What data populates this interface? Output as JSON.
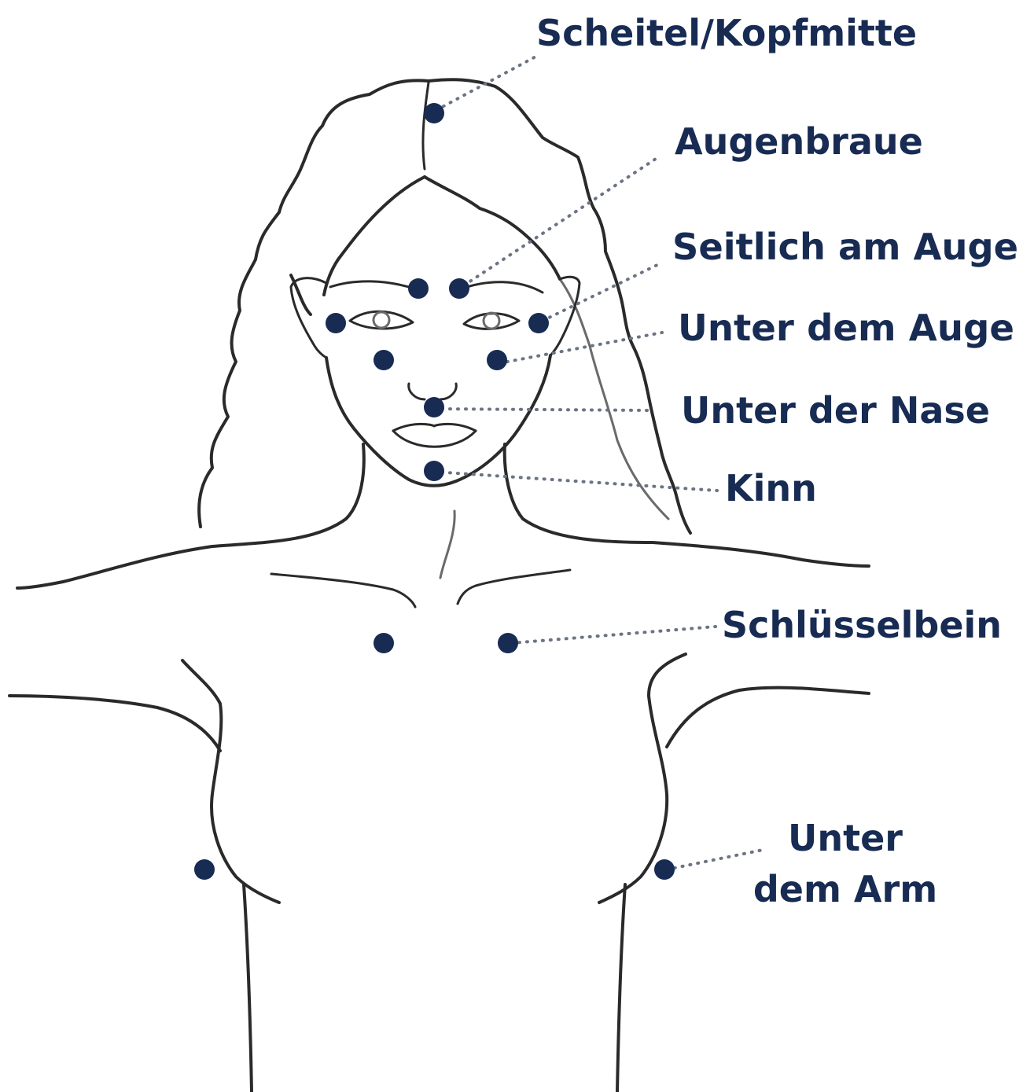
{
  "labels": {
    "crown": "Scheitel/Kopfmitte",
    "eyebrow": "Augenbraue",
    "side_of_eye": "Seitlich am Auge",
    "under_eye": "Unter dem Auge",
    "under_nose": "Unter der Nase",
    "chin": "Kinn",
    "collarbone": "Schlüsselbein",
    "under_arm_line1": "Unter",
    "under_arm_line2": "dem Arm"
  },
  "colors": {
    "point": "#172b53",
    "label": "#172b53",
    "leader": "#6b7384",
    "sketch": "#2a2a2a"
  }
}
